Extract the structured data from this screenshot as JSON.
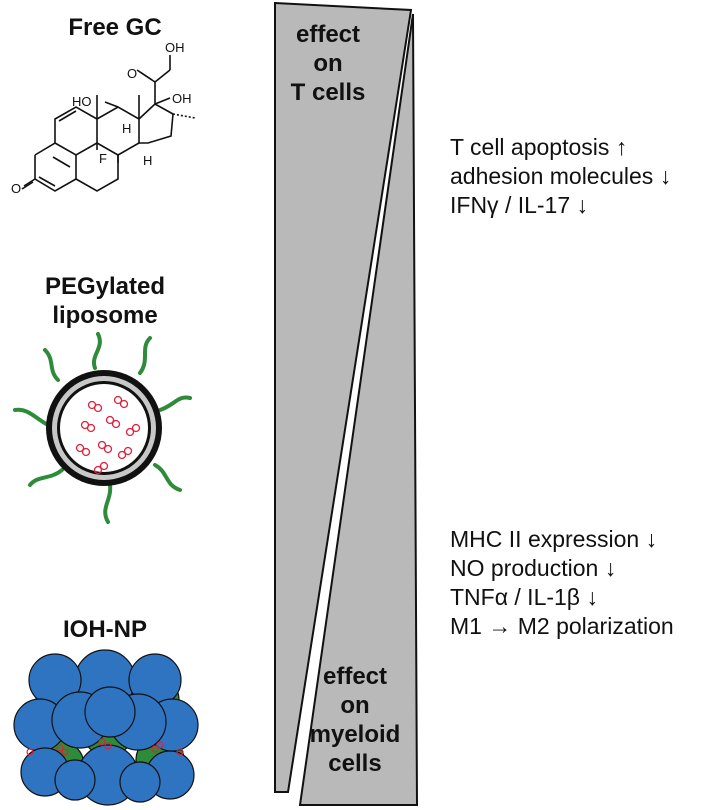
{
  "left_labels": {
    "free_gc": "Free GC",
    "liposome_line1": "PEGylated",
    "liposome_line2": "liposome",
    "ioh_np": "IOH-NP"
  },
  "molecule_labels": {
    "oh_top": "OH",
    "o_keto": "O",
    "oh_17": "OH",
    "ho_11": "HO",
    "h_8": "H",
    "h_14": "H",
    "f_9": "F",
    "o_3": "O"
  },
  "wedge": {
    "top_line1": "effect",
    "top_line2": "on",
    "top_line3": "T cells",
    "bottom_line1": "effect",
    "bottom_line2": "on",
    "bottom_line3": "myeloid",
    "bottom_line4": "cells",
    "fill_color": "#b9b9b9"
  },
  "t_cell_effects": [
    {
      "text": "T cell apoptosis",
      "arrow": "↑"
    },
    {
      "text": "adhesion molecules",
      "arrow": "↓"
    },
    {
      "text": "IFNγ / IL-17",
      "arrow": "↓"
    }
  ],
  "myeloid_effects": [
    {
      "text": "MHC II expression",
      "arrow": "↓"
    },
    {
      "text": "NO production",
      "arrow": "↓"
    },
    {
      "text": "TNFα / IL-1β",
      "arrow": "↓"
    },
    {
      "text": "M1 → M2 polarization",
      "arrow": ""
    }
  ],
  "colors": {
    "peg_green": "#2e8b3a",
    "drug_red": "#e0203a",
    "np_blue": "#2f74c0",
    "np_green": "#2e8b3a"
  }
}
